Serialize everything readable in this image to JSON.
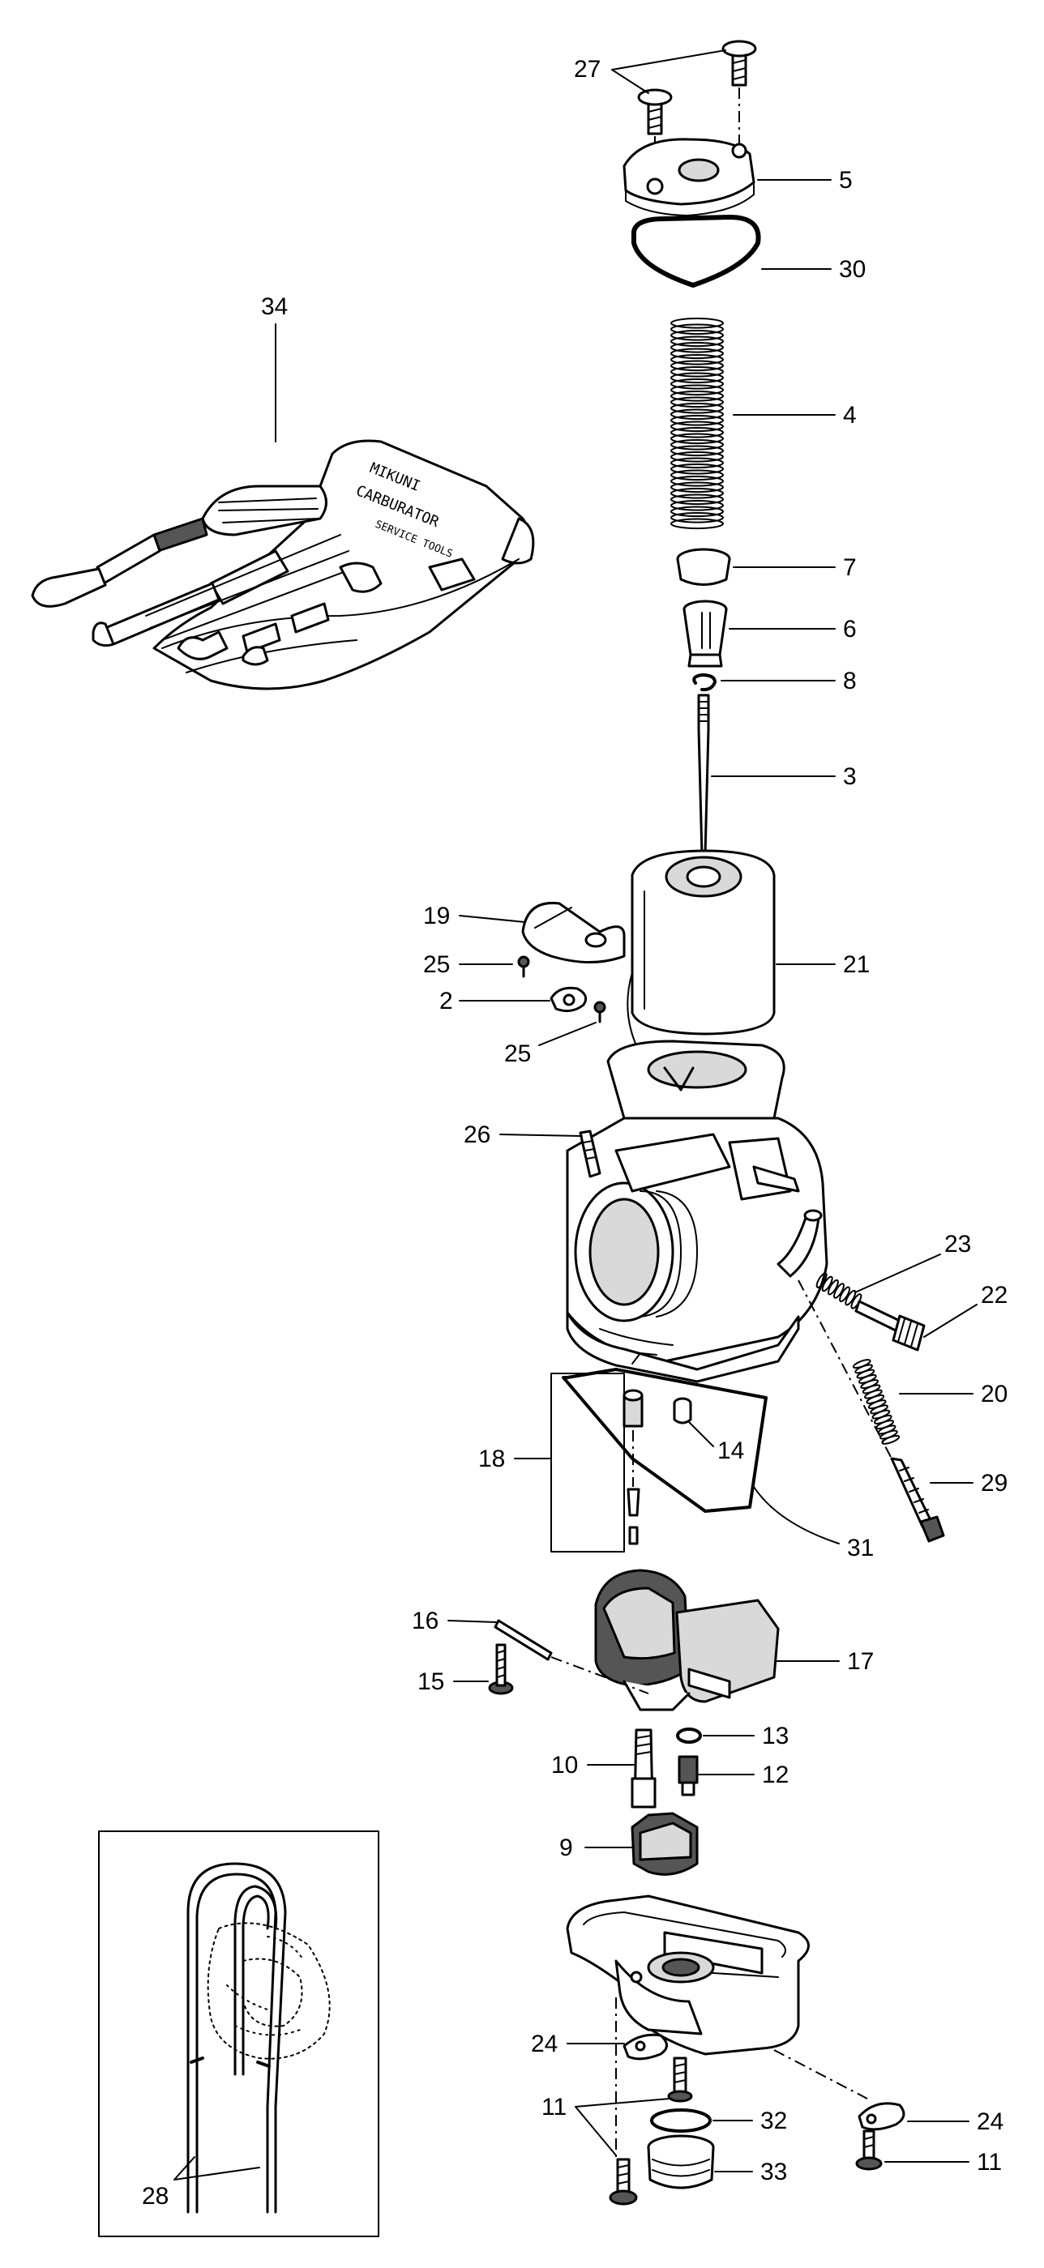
{
  "callouts": {
    "c27": "27",
    "c5": "5",
    "c30": "30",
    "c34": "34",
    "c4": "4",
    "c7": "7",
    "c6": "6",
    "c8": "8",
    "c3": "3",
    "c19": "19",
    "c21": "21",
    "c25a": "25",
    "c2": "2",
    "c25b": "25",
    "c26": "26",
    "c23": "23",
    "c22": "22",
    "c20": "20",
    "c14": "14",
    "c18": "18",
    "c29": "29",
    "c31": "31",
    "c16": "16",
    "c17": "17",
    "c15": "15",
    "c13": "13",
    "c10": "10",
    "c12": "12",
    "c9": "9",
    "c24a": "24",
    "c11a": "11",
    "c32": "32",
    "c24b": "24",
    "c28": "28",
    "c33": "33",
    "c11b": "11"
  },
  "toolkit_lettering": [
    "MIKUNI",
    "CARBURATOR",
    "SERVICE TOOLS"
  ]
}
